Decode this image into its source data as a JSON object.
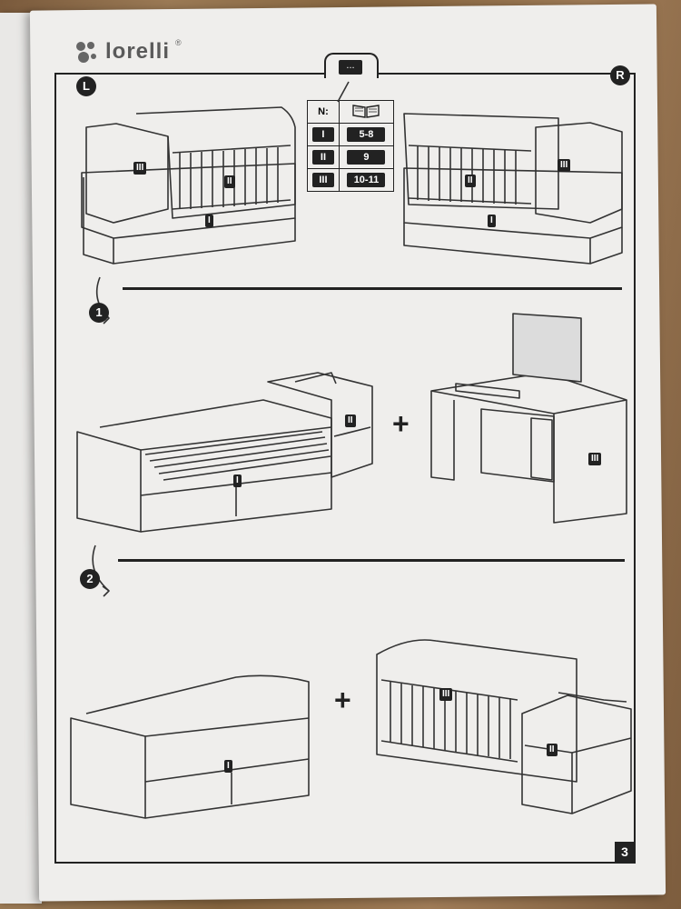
{
  "brand": {
    "name": "lorelli",
    "registered": "®"
  },
  "header": {
    "tab_icon": "..."
  },
  "sides": {
    "left": "L",
    "right": "R"
  },
  "parts_table": {
    "head_left": "N:",
    "head_right_icon": "book-icon",
    "rows": [
      {
        "part": "I",
        "pages": "5-8"
      },
      {
        "part": "II",
        "pages": "9"
      },
      {
        "part": "III",
        "pages": "10-11"
      }
    ]
  },
  "steps": [
    {
      "number": "1",
      "left_item": "I",
      "right_item": "III",
      "plus": "+"
    },
    {
      "number": "2",
      "left_item": "I",
      "right_items": [
        "III",
        "II"
      ],
      "plus": "+"
    }
  ],
  "top_labels": {
    "left": [
      "III",
      "II",
      "I"
    ],
    "right": [
      "II",
      "III",
      "I"
    ]
  },
  "step1_labels": {
    "bed": "I",
    "cabinet": "II",
    "desk": "III"
  },
  "step2_labels": {
    "bed": "I",
    "crib": "III",
    "cabinet": "II"
  },
  "page_number": "3",
  "colors": {
    "ink": "#222222",
    "paper": "#efeeec",
    "wood": "#8a6a4a"
  }
}
